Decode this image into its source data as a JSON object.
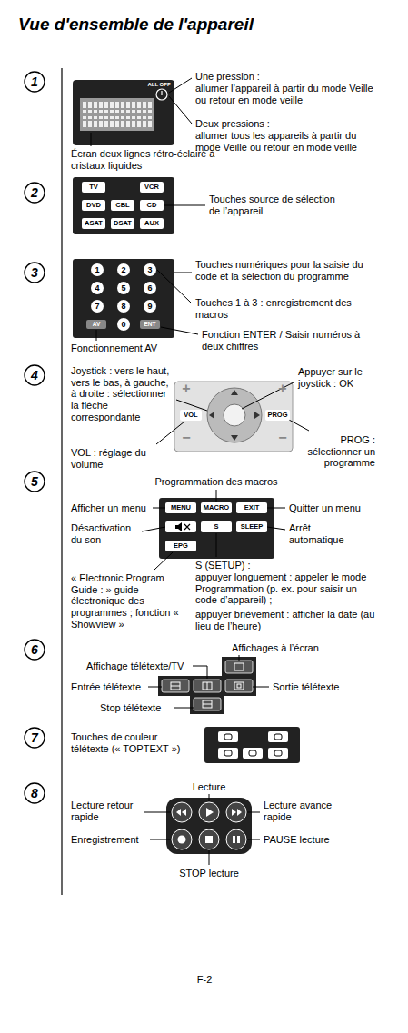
{
  "diagram": {
    "title": "Vue d'ensemble de l'appareil",
    "nodes": [
      {
        "text": [
          "TV"
        ]
      },
      {
        "text": [
          "VCR"
        ]
      },
      {
        "text": [
          "DVD"
        ]
      },
      {
        "text": [
          "CBL"
        ]
      },
      {
        "text": [
          "CD"
        ]
      },
      {
        "text": [
          "ASAT"
        ]
      },
      {
        "text": [
          "DSAT"
        ]
      },
      {
        "text": [
          "AUX"
        ]
      },
      {
        "text": [
          "1"
        ]
      },
      {
        "text": [
          "2"
        ]
      },
      {
        "text": [
          "3"
        ]
      },
      {
        "text": [
          "4"
        ]
      },
      {
        "text": [
          "5"
        ]
      },
      {
        "text": [
          "6"
        ]
      },
      {
        "text": [
          "7"
        ]
      },
      {
        "text": [
          "8"
        ]
      },
      {
        "text": [
          "9"
        ]
      },
      {
        "text": [
          "AV"
        ]
      },
      {
        "text": [
          "0"
        ]
      },
      {
        "text": [
          "ENT"
        ]
      },
      {
        "text": [
          "VOL"
        ]
      },
      {
        "text": [
          "PROG"
        ]
      },
      {
        "text": [
          "MENU"
        ]
      },
      {
        "text": [
          "MACRO"
        ]
      },
      {
        "text": [
          "EXIT"
        ]
      },
      {
        "text": [
          "S"
        ]
      },
      {
        "text": [
          "SLEEP"
        ]
      },
      {
        "text": [
          "EPG"
        ]
      }
    ],
    "labels": [
      "1",
      "ALL OFF",
      "Une pression :",
      "allumer l’appareil à partir du mode Veille ou retour en mode veille",
      "Deux pressions :",
      "allumer tous les appareils à partir du mode Veille ou retour en mode veille",
      "Écran deux lignes rétro-éclairé à cristaux liquides",
      "2",
      "Touches source de sélection de l’appareil",
      "3",
      "Touches numériques pour la saisie du code et la sélection du programme",
      "Touches 1 à 3 : enregistrement des macros",
      "Fonctionnement AV",
      "Fonction ENTER / Saisir numéros à deux chiffres",
      "4",
      "Joystick : vers le haut, vers le bas, à gauche, à droite : sélectionner la flèche correspondante",
      "VOL : réglage du volume",
      "Appuyer sur le joystick : OK",
      "PROG : sélectionner un programme",
      "5",
      "Programmation des macros",
      "Afficher un menu",
      "Quitter un menu",
      "Désactivation du son",
      "Arrêt automatique",
      "S (SETUP) :",
      "appuyer longuement : appeler le mode Programmation (p. ex. pour saisir un code d’appareil) ;",
      "appuyer brièvement : afficher la date (au lieu de l’heure)",
      "« Electronic Program Guide : » guide électronique des programmes ; fonction « Showview »",
      "6",
      "Affichages à l’écran",
      "Affichage télétexte/TV",
      "Entrée télétexte",
      "Sortie télétexte",
      "Stop télétexte",
      "7",
      "Touches de couleur télétexte (« TOPTEXT »)",
      "8",
      "Lecture",
      "Lecture retour rapide",
      "Lecture avance rapide",
      "Enregistrement",
      "PAUSE lecture",
      "STOP lecture",
      "F-2",
      "+",
      "+",
      "−",
      "−"
    ]
  }
}
